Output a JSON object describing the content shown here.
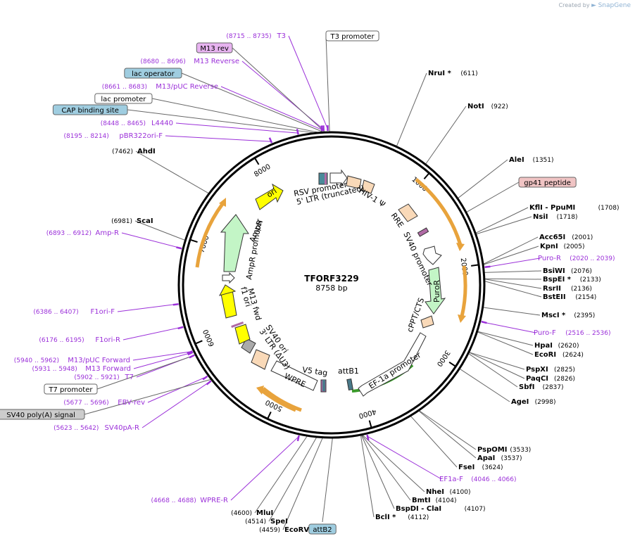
{
  "watermark": {
    "prefix": "Created by",
    "brand": "SnapGene"
  },
  "plasmid": {
    "name": "TFORF3229",
    "length_label": "8758 bp",
    "length": 8758
  },
  "colors": {
    "primer": "#9b30d9",
    "backbone": "#000000",
    "leader": "#666666",
    "orange_arrow": "#e8a33c"
  },
  "ticks": [
    {
      "pos": 1000,
      "label": "1000"
    },
    {
      "pos": 2000,
      "label": "2000"
    },
    {
      "pos": 3000,
      "label": "3000"
    },
    {
      "pos": 4000,
      "label": "4000"
    },
    {
      "pos": 5000,
      "label": "5000"
    },
    {
      "pos": 6000,
      "label": "6000"
    },
    {
      "pos": 7000,
      "label": "7000"
    },
    {
      "pos": 8000,
      "label": "8000"
    }
  ],
  "enzymes": [
    {
      "name": "NruI *",
      "pos": "(611)",
      "bp": 611
    },
    {
      "name": "NotI",
      "pos": "(922)",
      "bp": 922
    },
    {
      "name": "AleI",
      "pos": "(1351)",
      "bp": 1351
    },
    {
      "name": "KflI  -  PpuMI",
      "pos": "(1708)",
      "bp": 1708
    },
    {
      "name": "NsiI",
      "pos": "(1718)",
      "bp": 1718
    },
    {
      "name": "Acc65I",
      "pos": "(2001)",
      "bp": 2001
    },
    {
      "name": "KpnI",
      "pos": "(2005)",
      "bp": 2005
    },
    {
      "name": "BsiWI",
      "pos": "(2076)",
      "bp": 2076
    },
    {
      "name": "BspEI *",
      "pos": "(2133)",
      "bp": 2133
    },
    {
      "name": "RsrII",
      "pos": "(2136)",
      "bp": 2136
    },
    {
      "name": "BstEII",
      "pos": "(2154)",
      "bp": 2154
    },
    {
      "name": "MscI *",
      "pos": "(2395)",
      "bp": 2395
    },
    {
      "name": "HpaI",
      "pos": "(2620)",
      "bp": 2620
    },
    {
      "name": "EcoRI",
      "pos": "(2624)",
      "bp": 2624
    },
    {
      "name": "PspXI",
      "pos": "(2825)",
      "bp": 2825
    },
    {
      "name": "PaqCI",
      "pos": "(2826)",
      "bp": 2826
    },
    {
      "name": "SbfI",
      "pos": "(2837)",
      "bp": 2837
    },
    {
      "name": "AgeI",
      "pos": "(2998)",
      "bp": 2998
    },
    {
      "name": "PspOMI",
      "pos": "(3533)",
      "bp": 3533
    },
    {
      "name": "ApaI",
      "pos": "(3537)",
      "bp": 3537
    },
    {
      "name": "FseI",
      "pos": "(3624)",
      "bp": 3624
    },
    {
      "name": "NheI",
      "pos": "(4100)",
      "bp": 4100
    },
    {
      "name": "BmtI",
      "pos": "(4104)",
      "bp": 4104
    },
    {
      "name": "BspDI  -  ClaI",
      "pos": "(4107)",
      "bp": 4107
    },
    {
      "name": "BclI *",
      "pos": "(4112)",
      "bp": 4112
    },
    {
      "name": "EcoRV",
      "pos": "(4459)",
      "bp": 4459
    },
    {
      "name": "SpeI",
      "pos": "(4514)",
      "bp": 4514
    },
    {
      "name": "MluI",
      "pos": "(4600)",
      "bp": 4600
    },
    {
      "name": "ScaI",
      "pos": "(6981)",
      "bp": 6981
    },
    {
      "name": "AhdI",
      "pos": "(7462)",
      "bp": 7462
    }
  ],
  "primers": [
    {
      "name": "T3",
      "range": "(8715 .. 8735)",
      "bp": 8725
    },
    {
      "name": "M13 Reverse",
      "range": "(8680 .. 8696)",
      "bp": 8688
    },
    {
      "name": "M13/pUC Reverse",
      "range": "(8661 .. 8683)",
      "bp": 8672
    },
    {
      "name": "L4440",
      "range": "(8448 .. 8465)",
      "bp": 8456
    },
    {
      "name": "pBR322ori-F",
      "range": "(8195 .. 8214)",
      "bp": 8204
    },
    {
      "name": "Amp-R",
      "range": "(6893 .. 6912)",
      "bp": 6902
    },
    {
      "name": "F1ori-F",
      "range": "(6386 .. 6407)",
      "bp": 6396
    },
    {
      "name": "F1ori-R",
      "range": "(6176 .. 6195)",
      "bp": 6185
    },
    {
      "name": "M13/pUC Forward",
      "range": "(5940 .. 5962)",
      "bp": 5951
    },
    {
      "name": "M13 Forward",
      "range": "(5931 .. 5948)",
      "bp": 5940
    },
    {
      "name": "T7",
      "range": "(5902 .. 5921)",
      "bp": 5911
    },
    {
      "name": "EBV-rev",
      "range": "(5677 .. 5696)",
      "bp": 5686
    },
    {
      "name": "SV40pA-R",
      "range": "(5623 .. 5642)",
      "bp": 5632
    },
    {
      "name": "WPRE-R",
      "range": "(4668 .. 4688)",
      "bp": 4678
    },
    {
      "name": "EF1a-F",
      "range": "(4046 .. 4066)",
      "bp": 4056
    },
    {
      "name": "Puro-R",
      "range": "(2020 .. 2039)",
      "bp": 2030
    },
    {
      "name": "Puro-F",
      "range": "(2516 .. 2536)",
      "bp": 2526
    }
  ],
  "boxed_labels": [
    {
      "name": "T3 promoter",
      "bp": 8740,
      "fill": "#ffffff"
    },
    {
      "name": "M13 rev",
      "bp": 8700,
      "fill": "#e7b3f0"
    },
    {
      "name": "lac operator",
      "bp": 8690,
      "fill": "#9fcde0"
    },
    {
      "name": "lac promoter",
      "bp": 8650,
      "fill": "#ffffff"
    },
    {
      "name": "CAP binding site",
      "bp": 8620,
      "fill": "#9fcde0"
    },
    {
      "name": "gp41 peptide",
      "bp": 1500,
      "fill": "#f0c4c4"
    },
    {
      "name": "T7 promoter",
      "bp": 5905,
      "fill": "#ffffff"
    },
    {
      "name": "SV40 poly(A) signal",
      "bp": 5640,
      "fill": "#cccccc"
    },
    {
      "name": "attB2",
      "bp": 4370,
      "fill": "#9fcde0"
    }
  ],
  "features": [
    {
      "name": "RSV promoter",
      "color": "#ffffff"
    },
    {
      "name": "5' LTR (truncated)",
      "color": "#ffffff"
    },
    {
      "name": "HIV-1 Ψ",
      "color": "#f9d9b8"
    },
    {
      "name": "RRE",
      "color": "#f9d9b8"
    },
    {
      "name": "SV40 promoter",
      "color": "#ffffff"
    },
    {
      "name": "PuroR",
      "color": "#c3f5c6"
    },
    {
      "name": "cPPT/CTS",
      "color": "#f9d9b8"
    },
    {
      "name": "EF-1a promoter",
      "color": "#ffffff"
    },
    {
      "name": "attB1",
      "color": "#9fcde0"
    },
    {
      "name": "V5 tag",
      "color": "#ffffff"
    },
    {
      "name": "WPRE",
      "color": "#ffffff"
    },
    {
      "name": "3' LTR (ΔU3)",
      "color": "#ffffff"
    },
    {
      "name": "SV40 ori",
      "color": "#ffffff"
    },
    {
      "name": "M13 fwd",
      "color": "#ffffff"
    },
    {
      "name": "f1 ori",
      "color": "#ffff00"
    },
    {
      "name": "AmpR promoter",
      "color": "#ffffff"
    },
    {
      "name": "AmpR",
      "color": "#c3f5c6"
    },
    {
      "name": "ori",
      "color": "#ffff00"
    }
  ]
}
